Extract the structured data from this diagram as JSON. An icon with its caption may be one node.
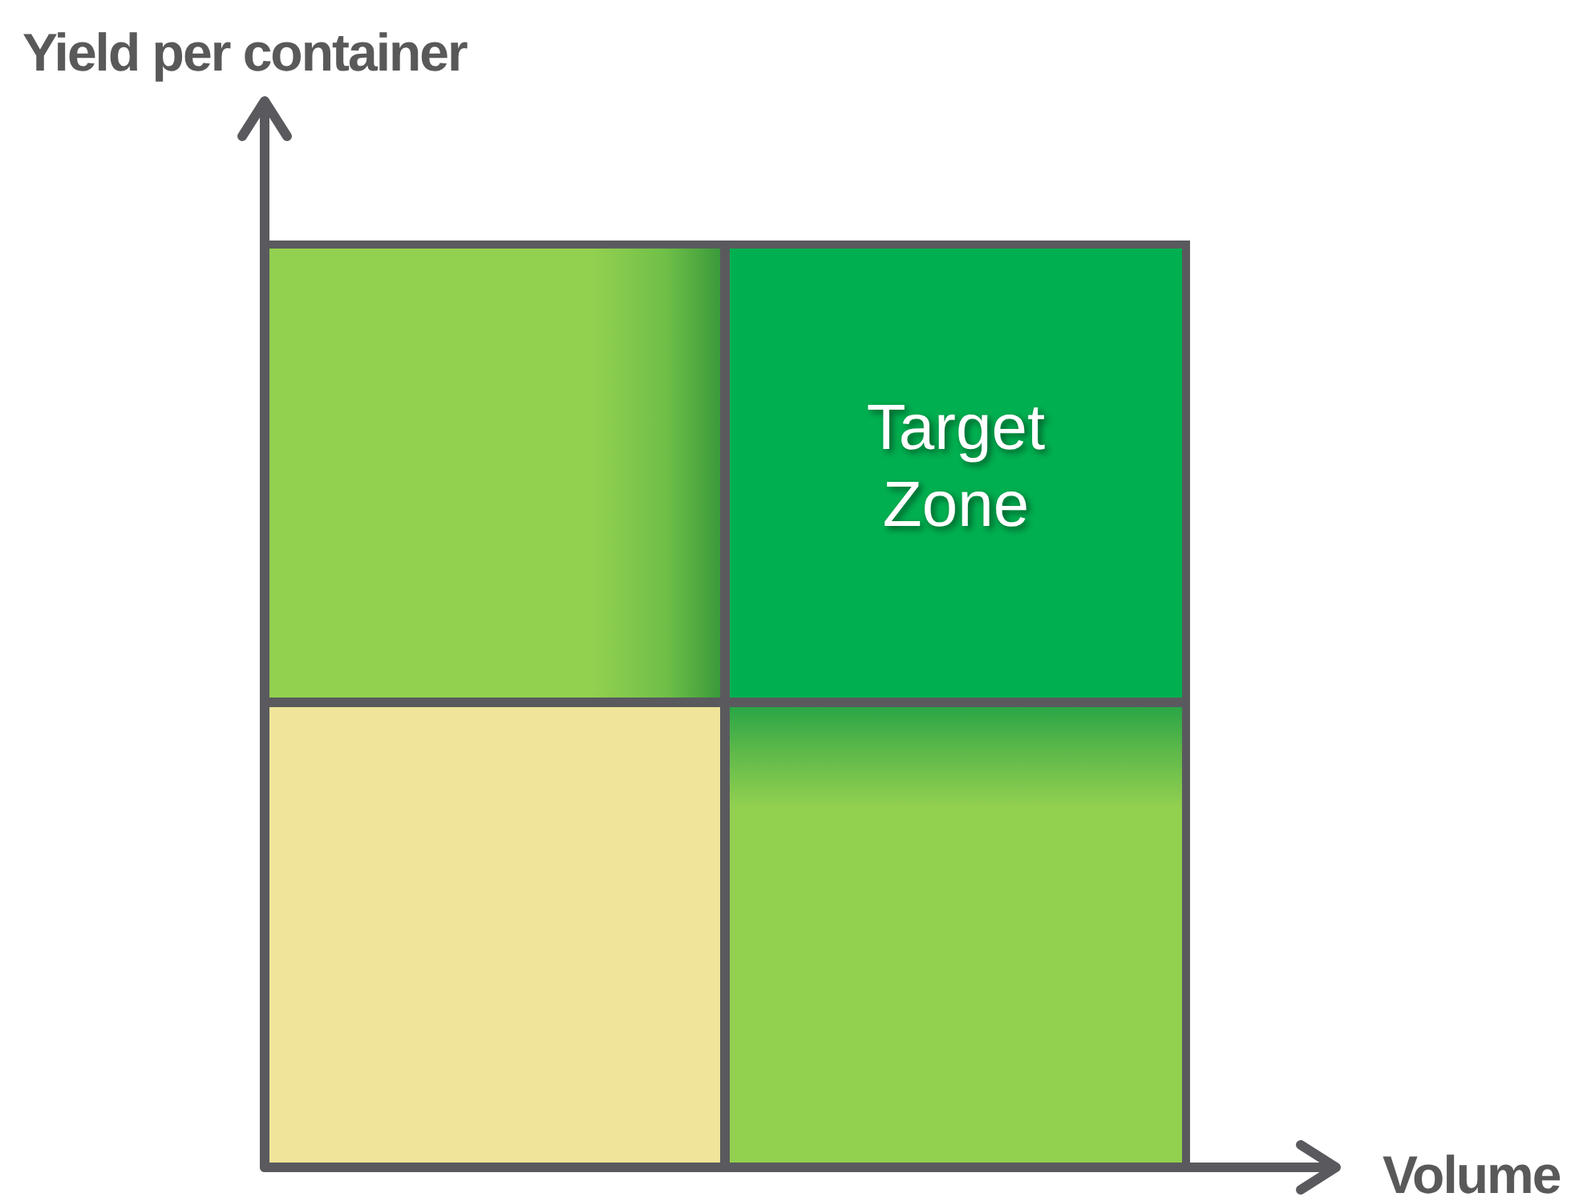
{
  "diagram": {
    "nodes": [
      {
        "text": [],
        "shape": "box"
      },
      {
        "text": [
          "Target Zone"
        ]
      },
      {
        "text": [],
        "shape": "box"
      },
      {
        "text": [],
        "shape": "box"
      }
    ],
    "labels": [
      "Yield per container",
      "Volume"
    ]
  }
}
